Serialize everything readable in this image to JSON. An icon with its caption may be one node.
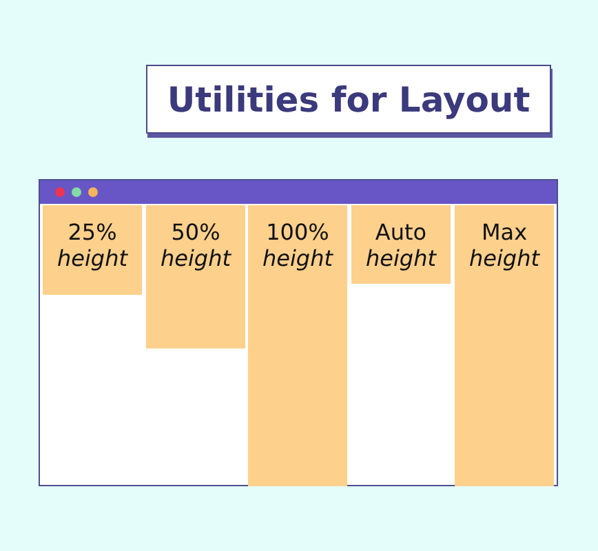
{
  "diagram": {
    "title": "Utilities for Layout",
    "nodes": [
      {
        "text": [],
        "shape": "box"
      },
      {
        "text": [
          "25%",
          "height"
        ],
        "in": 0
      },
      {
        "text": [
          "50%",
          "height"
        ],
        "in": 0
      },
      {
        "text": [
          "100%",
          "height"
        ],
        "in": 0
      },
      {
        "text": [
          "Auto",
          "height"
        ],
        "in": 0
      },
      {
        "text": [
          "Max",
          "height"
        ],
        "in": 0
      }
    ],
    "edges": []
  }
}
